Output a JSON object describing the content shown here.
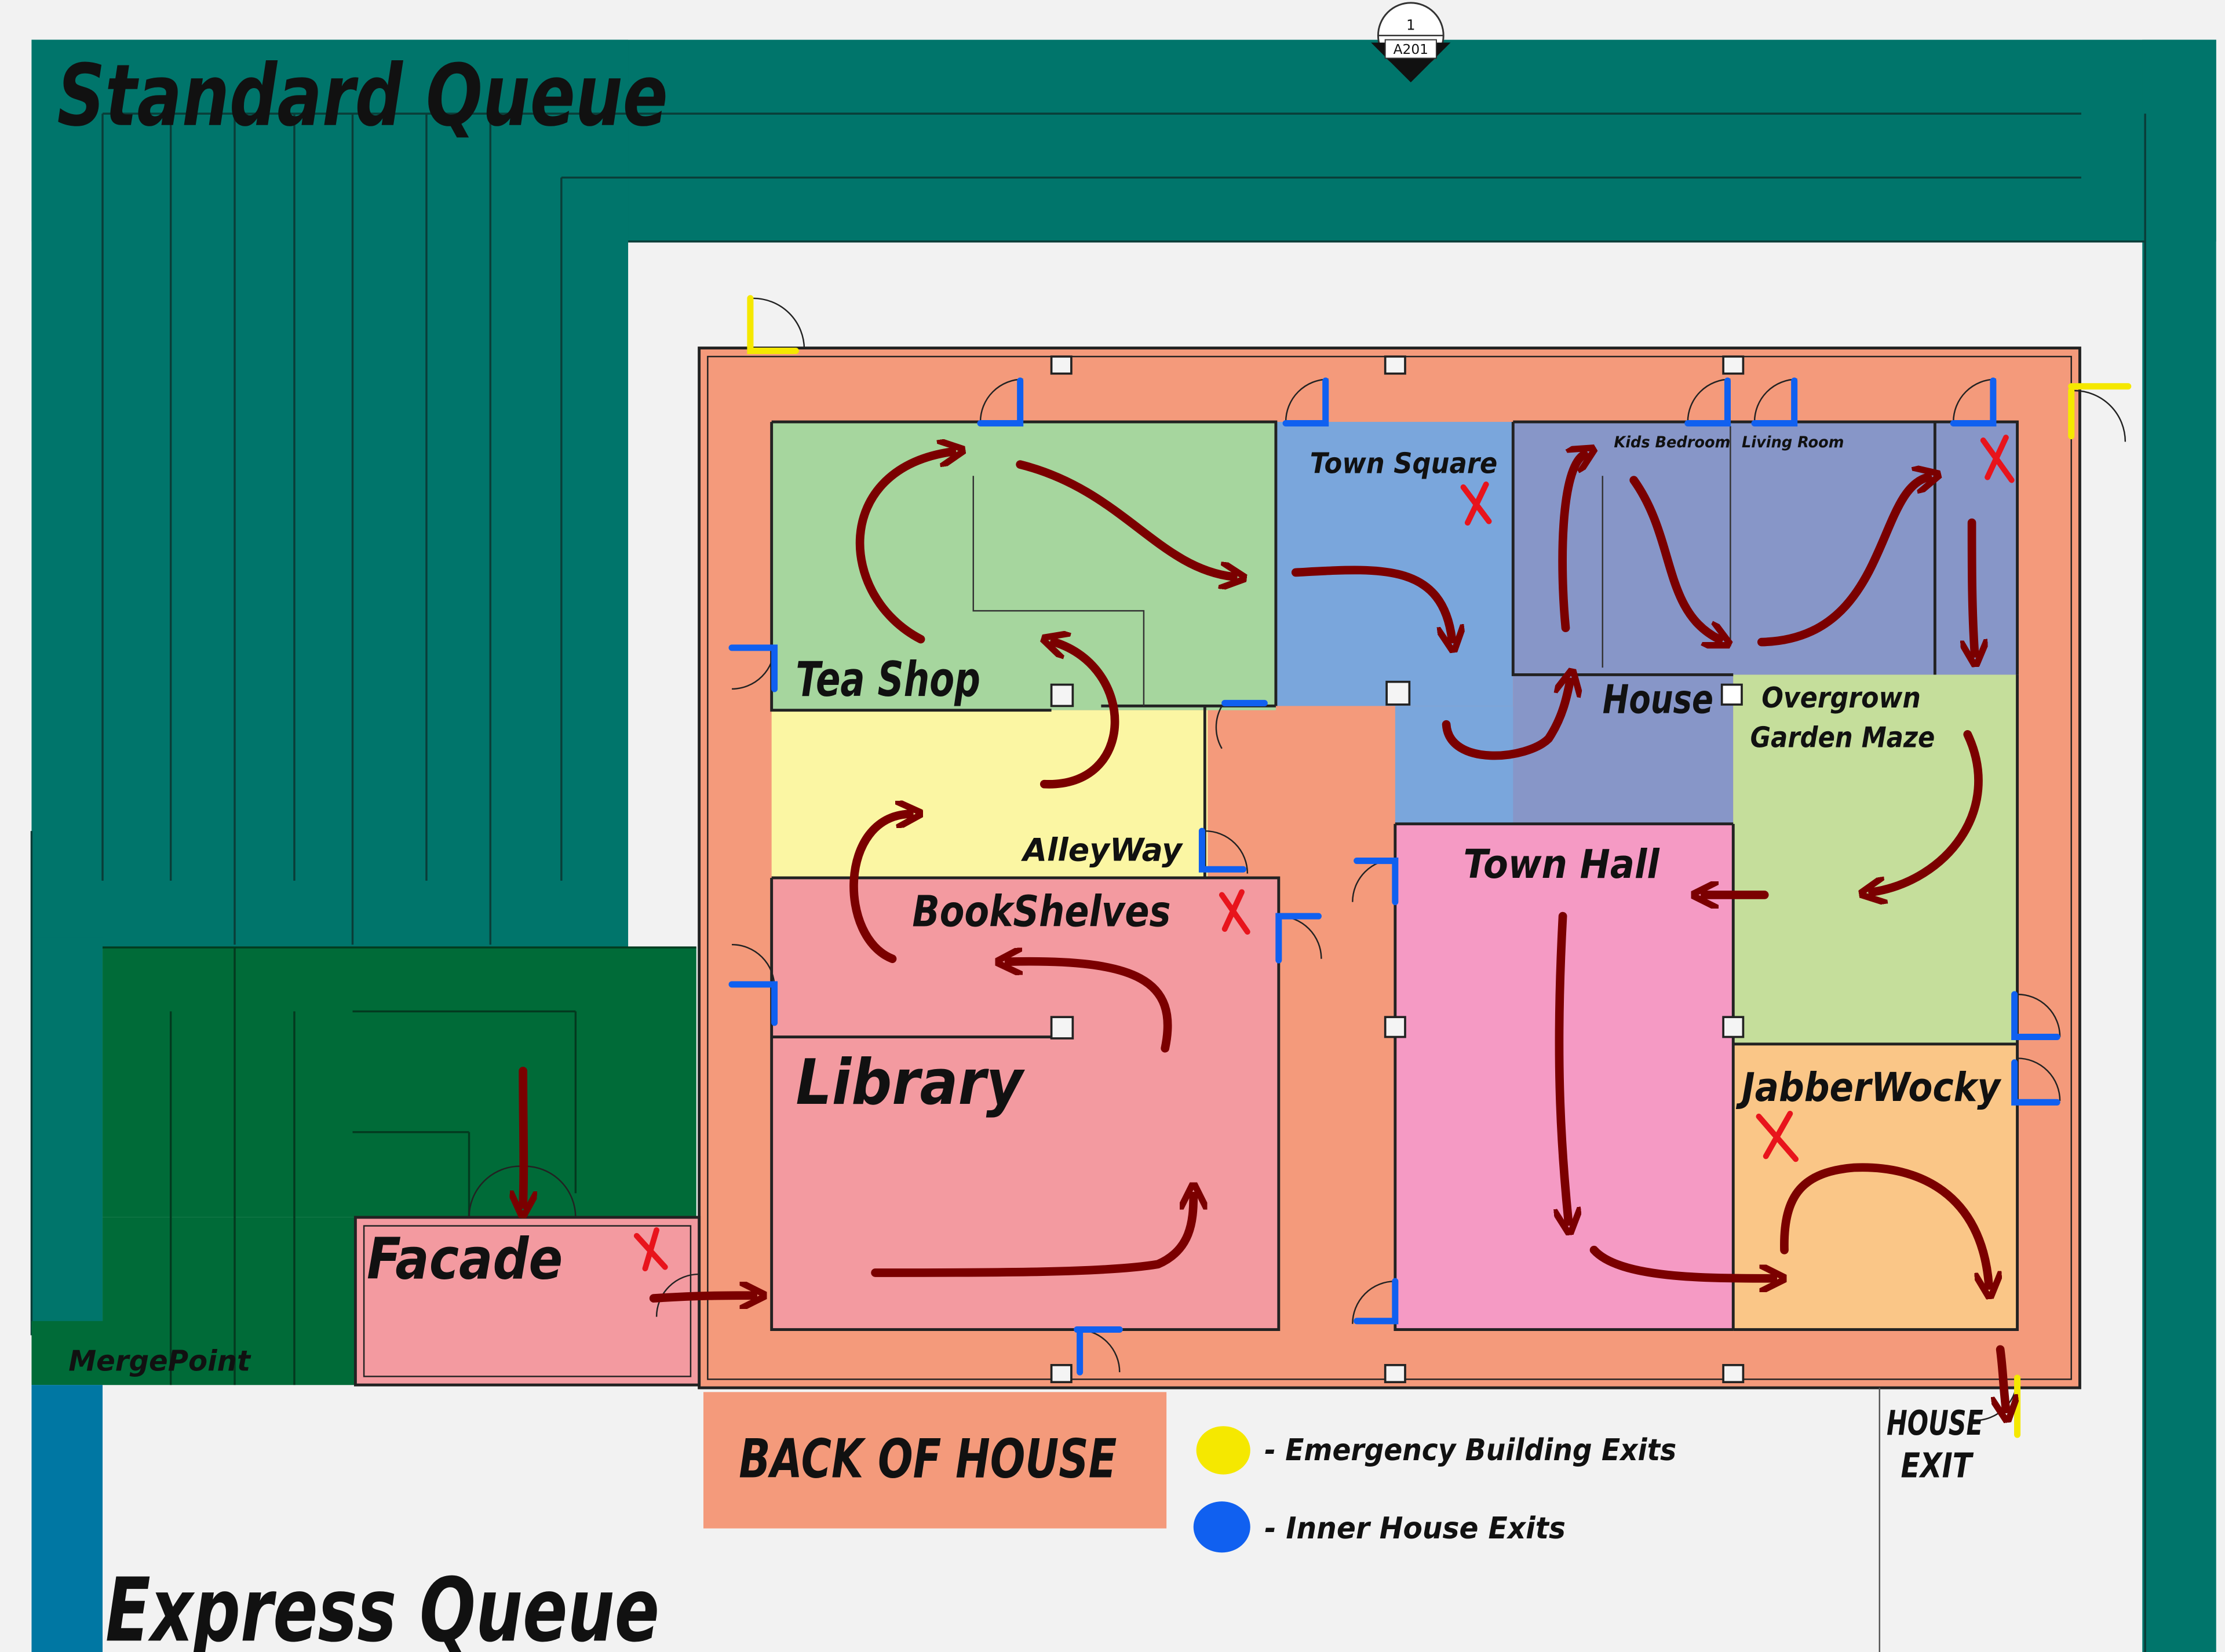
{
  "colors": {
    "queue": "#00756b",
    "merge": "#006b38",
    "express_wall": "#0077a3",
    "back": "#f49a7b",
    "tea": "#a6d69e",
    "square": "#7aa6dc",
    "house": "#8796c8",
    "alley": "#fbf6a3",
    "library": "#f39aa0",
    "hall": "#f59ac4",
    "garden": "#c5de9b",
    "jabber": "#fac687",
    "arrow": "#7b0000",
    "x": "#e8141c",
    "emergency": "#f5e800",
    "inner": "#1060f0"
  },
  "marker": {
    "number": "1",
    "sheet": "A201"
  },
  "queues": {
    "standard": "Standard Queue",
    "express": "Express Queue",
    "merge": "MergePoint"
  },
  "rooms": {
    "tea_shop": "Tea Shop",
    "town_square": "Town Square",
    "kids_bedroom": "Kids Bedroom",
    "living_room": "Living Room",
    "house": "House",
    "overgrown_1": "Overgrown",
    "overgrown_2": "Garden Maze",
    "alleyway": "AlleyWay",
    "bookshelves": "BookShelves",
    "library": "Library",
    "town_hall": "Town Hall",
    "jabberwocky": "JabberWocky",
    "facade": "Facade"
  },
  "back_of_house": "BACK OF HOUSE",
  "house_exit": {
    "line1": "HOUSE",
    "line2": "EXIT"
  },
  "legend": {
    "emergency": "- Emergency Building Exits",
    "inner": "- Inner House Exits"
  }
}
